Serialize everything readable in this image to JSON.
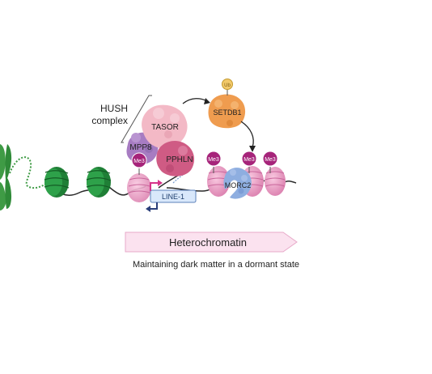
{
  "complex_label": [
    "HUSH",
    "complex"
  ],
  "proteins": {
    "tasor": "TASOR",
    "mpp8": "MPP8",
    "pphln": "PPHLN",
    "setdb1": "SETDB1",
    "morc2": "MORC2"
  },
  "ub_tag": "Ub",
  "me3_tags": [
    "Me3",
    "Me3",
    "Me3",
    "Me3"
  ],
  "gene_box": "LINE-1",
  "arrow_label": "Heterochromatin",
  "caption": "Maintaining dark matter in a dormant state",
  "colors": {
    "chromosome": "#3f9b45",
    "nucleosome": "#1f7f36",
    "histone_pink": "#ec9bc5",
    "me3": "#a6247a",
    "tasor": "#f3b9c6",
    "mpp8": "#a77cc2",
    "pphln": "#cf5b84",
    "setdb1": "#ef9c4f",
    "ub": "#f2c96a",
    "morc2": "#8eaee0",
    "heterochromatin_arrow": "#fbe2ef",
    "tss_arrow": "#d6338a",
    "dna_line": "#2a2a2a"
  }
}
